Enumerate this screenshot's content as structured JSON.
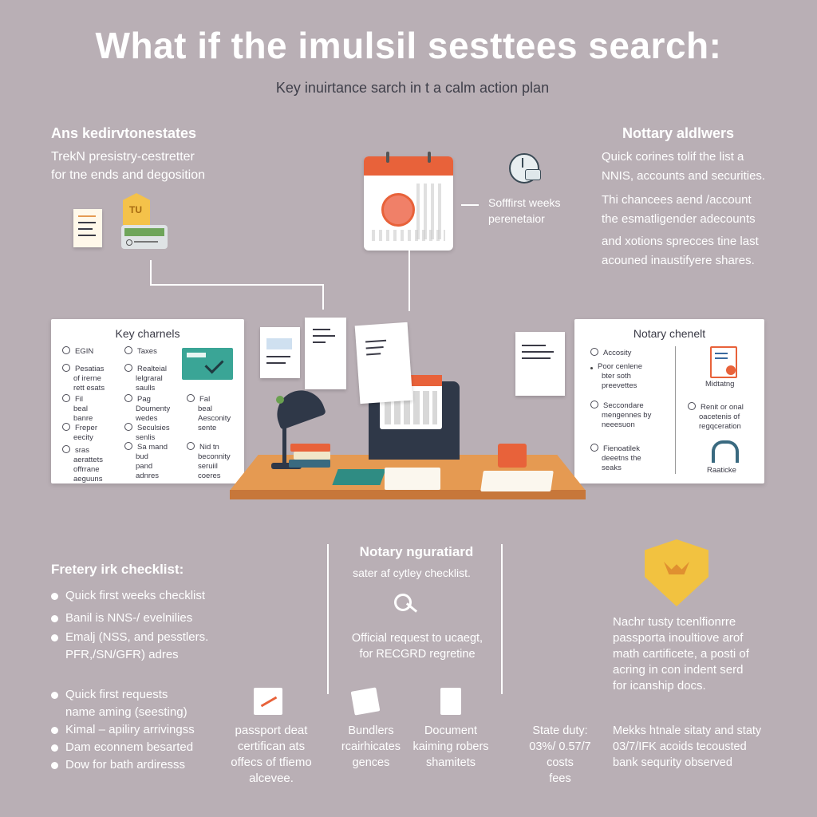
{
  "header": {
    "title": "What  if the imulsil sesttees search:",
    "subtitle": "Key inuirtance sarch in t a calm action plan"
  },
  "top_left": {
    "heading": "Ans kedirvtonestates",
    "lines": [
      "TrekN presistry-cestretter",
      "for tne ends and degosition"
    ],
    "tag_label": "TU"
  },
  "top_center": {
    "calendar_label": [
      "Sofffirst weeks",
      "perenetaior"
    ]
  },
  "top_right": {
    "heading": "Nottary aldlwers",
    "lines": [
      "Quick corines tolif the list  a",
      "NNIS,  accounts and securities.",
      "Thi chancees aend  /account",
      "the esmatligender adecounts",
      "and xotions sprecces tine last",
      "acouned inaustifyere shares."
    ]
  },
  "panel_left": {
    "title": "Key charnels",
    "col1": [
      {
        "label": "EGIN"
      },
      {
        "label": "Pesatias\nof irerne\nrett esats"
      },
      {
        "label": "Fil\nbeal\nbanre"
      },
      {
        "label": "Freper\neecity"
      },
      {
        "label": "sras\naerattets\noffrrane\naeguuns"
      }
    ],
    "col2": [
      {
        "label": "Taxes"
      },
      {
        "label": "Realteial\nlelgraral\nsaulls"
      },
      {
        "label": "Pag\nDoumenty\nwedes"
      },
      {
        "label": "Seculsies\nsenlis"
      },
      {
        "label": "Sa mand\nbud\npand\nadnres"
      }
    ],
    "col3": [
      {
        "label": "Fal\nbeal\nAesconity\nsente"
      },
      {
        "label": "Nid tn\nbeconnity\nseruiil\ncoeres"
      }
    ],
    "badge_text": "—"
  },
  "panel_right": {
    "title": "Notary chenelt",
    "left_items": [
      {
        "label": "Accosity"
      },
      {
        "label": "Poor cenlene\nbter soth\npreevettes"
      },
      {
        "label": "Seccondare\nmengennes by\nneeesuon"
      },
      {
        "label": "Fienoatilek\ndeeetns the\nseaks"
      }
    ],
    "right_items": [
      "Midtatng",
      "Renit or onal\noacetenis of\nregqceration",
      "Raaticke"
    ]
  },
  "bottom_left": {
    "heading": "Fretery irk checklist:",
    "items_a": [
      "Quick first weeks checklist",
      "Banil  is  NNS-/  evelnilies",
      "Emalj (NSS, and pesstlers.\nPFR,/SN/GFR)  adres"
    ],
    "items_b": [
      "Quick first requests\nname aming (seesting)",
      "Kimal  –  apiliry  arrivingss",
      "Dam  econnem  besarted",
      "Dow  for  bath  ardiresss"
    ]
  },
  "bottom_mid1": {
    "text": [
      "passport deat",
      "certifican ats",
      "offecs of tfiemo",
      "alcevee."
    ]
  },
  "bottom_center": {
    "heading": "Notary nguratiard",
    "sub": "sater af cytley checklist.",
    "request": [
      "Official request to ucaegt,",
      "for RECGRD regretine"
    ],
    "col_a": [
      "Bundlers",
      "rcairhicates",
      "gences"
    ],
    "col_b": [
      "Document",
      "kaiming robers",
      "shamitets"
    ]
  },
  "bottom_right": {
    "duty": [
      "State duty:",
      "03%/ 0.57/7",
      "costs",
      "fees"
    ],
    "notary": [
      "Nachr tusty tcenlfionrre",
      "passporta inoultiove arof",
      "math cartificete, a posti of",
      "acring in con indent serd",
      "for icanship docs."
    ],
    "final": [
      "Mekks htnale sitaty and staty",
      "03/7/IFK acoids tecousted",
      "bank sequrity observed"
    ]
  },
  "colors": {
    "background": "#b9afb5",
    "accent_orange": "#e8623a",
    "desk": "#e59a52",
    "shield": "#f2c240",
    "teal": "#3a9b8c"
  }
}
